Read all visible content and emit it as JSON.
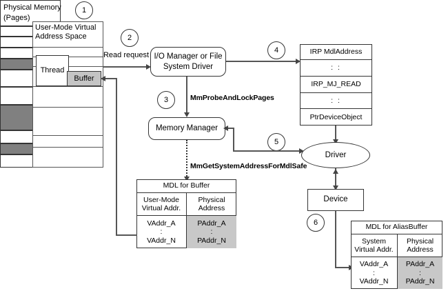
{
  "diagram": {
    "title_physical_memory": "Physical Memory",
    "title_physical_memory_sub": "(Pages)",
    "user_mode_vas": "User-Mode Virtual\nAddress Space",
    "thread": "Thread",
    "buffer": "Buffer",
    "read_request": "Read request",
    "io_manager": "I/O Manager or File\nSystem Driver",
    "memory_manager": "Memory Manager",
    "driver": "Driver",
    "device": "Device",
    "fn_probe_lock": "MmProbeAndLockPages",
    "fn_get_sys_addr": "MmGetSystemAddressForMdlSafe",
    "steps": [
      "1",
      "2",
      "3",
      "4",
      "5",
      "6"
    ]
  },
  "irp": {
    "rows": [
      "IRP MdlAddress",
      ":      :",
      "IRP_MJ_READ",
      ":      :",
      "PtrDeviceObject"
    ]
  },
  "mdl_buffer": {
    "title": "MDL for Buffer",
    "headers": [
      "User-Mode\nVirtual Addr.",
      "Physical\nAddress"
    ],
    "col_left": [
      "VAddr_A",
      ":",
      "VAddr_N"
    ],
    "col_right": [
      "PAddr_A",
      ":",
      "PAddr_N"
    ]
  },
  "mdl_alias": {
    "title": "MDL for AliasBuffer",
    "headers": [
      "System\nVirtual Addr.",
      "Physical\nAddress"
    ],
    "col_left": [
      "VAddr_A",
      ":",
      "VAddr_N"
    ],
    "col_right": [
      "PAddr_A",
      ":",
      "PAddr_N"
    ]
  },
  "colors": {
    "page_dark": "#808080",
    "buffer_gray": "#c4c4c4",
    "phys_col_gray": "#c8c8c8",
    "stroke": "#444444"
  }
}
